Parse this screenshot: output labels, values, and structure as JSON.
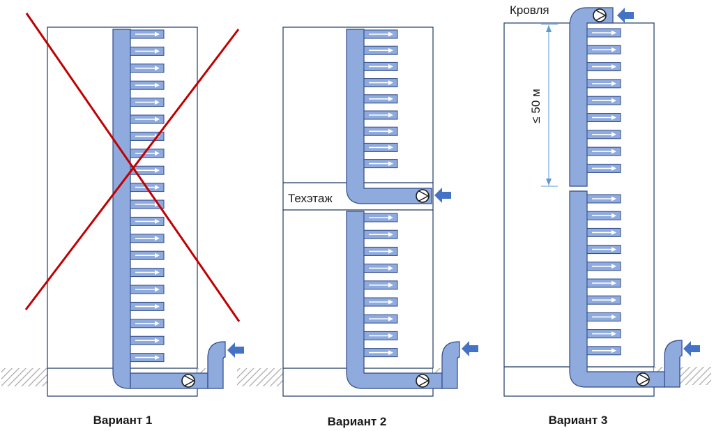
{
  "variants": [
    {
      "caption": "Вариант 1",
      "crossed_out": true
    },
    {
      "caption": "Вариант 2",
      "crossed_out": false,
      "tech_floor_label": "Техэтаж"
    },
    {
      "caption": "Вариант 3",
      "crossed_out": false,
      "roof_label": "Кровля",
      "height_label": "≤ 50 м"
    }
  ],
  "colors": {
    "duct_fill": "#8faadc",
    "duct_stroke": "#2f4a8a",
    "building_stroke": "#1f3864",
    "supply_arrow": "#4472c4",
    "cross": "#c00000",
    "dimension": "#5b9bd5",
    "ground_hatch": "#a6a6a6"
  },
  "icons": [
    "fan-icon",
    "supply-arrow-icon",
    "outlet-arrow-icon",
    "ground-hatch"
  ]
}
